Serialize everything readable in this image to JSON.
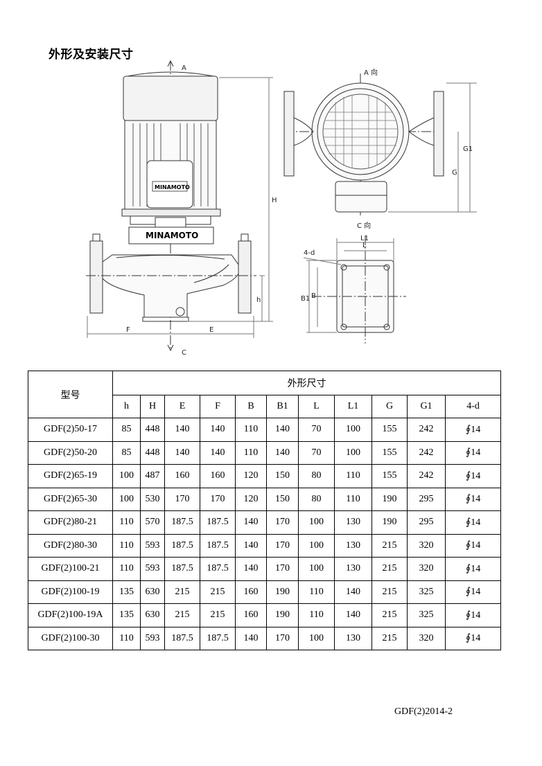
{
  "page_title": "外形及安装尺寸",
  "drawing": {
    "labels": {
      "view_a_top": "A",
      "view_a_dir": "A 向",
      "view_c_dir": "C 向",
      "view_c_bottom": "C",
      "brand": "MINAMOTO",
      "dim_H": "H",
      "dim_h": "h",
      "dim_F": "F",
      "dim_E": "E",
      "dim_G": "G",
      "dim_G1": "G1",
      "dim_L": "L",
      "dim_L1": "L1",
      "dim_B": "B",
      "dim_B1": "B1",
      "dim_4d": "4-d"
    }
  },
  "table": {
    "model_header": "型号",
    "group_header": "外形尺寸",
    "columns": [
      "h",
      "H",
      "E",
      "F",
      "B",
      "B1",
      "L",
      "L1",
      "G",
      "G1",
      "4-d"
    ],
    "rows": [
      [
        "GDF(2)50-17",
        "85",
        "448",
        "140",
        "140",
        "110",
        "140",
        "70",
        "100",
        "155",
        "242",
        "∮14"
      ],
      [
        "GDF(2)50-20",
        "85",
        "448",
        "140",
        "140",
        "110",
        "140",
        "70",
        "100",
        "155",
        "242",
        "∮14"
      ],
      [
        "GDF(2)65-19",
        "100",
        "487",
        "160",
        "160",
        "120",
        "150",
        "80",
        "110",
        "155",
        "242",
        "∮14"
      ],
      [
        "GDF(2)65-30",
        "100",
        "530",
        "170",
        "170",
        "120",
        "150",
        "80",
        "110",
        "190",
        "295",
        "∮14"
      ],
      [
        "GDF(2)80-21",
        "110",
        "570",
        "187.5",
        "187.5",
        "140",
        "170",
        "100",
        "130",
        "190",
        "295",
        "∮14"
      ],
      [
        "GDF(2)80-30",
        "110",
        "593",
        "187.5",
        "187.5",
        "140",
        "170",
        "100",
        "130",
        "215",
        "320",
        "∮14"
      ],
      [
        "GDF(2)100-21",
        "110",
        "593",
        "187.5",
        "187.5",
        "140",
        "170",
        "100",
        "130",
        "215",
        "320",
        "∮14"
      ],
      [
        "GDF(2)100-19",
        "135",
        "630",
        "215",
        "215",
        "160",
        "190",
        "110",
        "140",
        "215",
        "325",
        "∮14"
      ],
      [
        "GDF(2)100-19A",
        "135",
        "630",
        "215",
        "215",
        "160",
        "190",
        "110",
        "140",
        "215",
        "325",
        "∮14"
      ],
      [
        "GDF(2)100-30",
        "110",
        "593",
        "187.5",
        "187.5",
        "140",
        "170",
        "100",
        "130",
        "215",
        "320",
        "∮14"
      ]
    ]
  },
  "footer": "GDF(2)2014-2"
}
